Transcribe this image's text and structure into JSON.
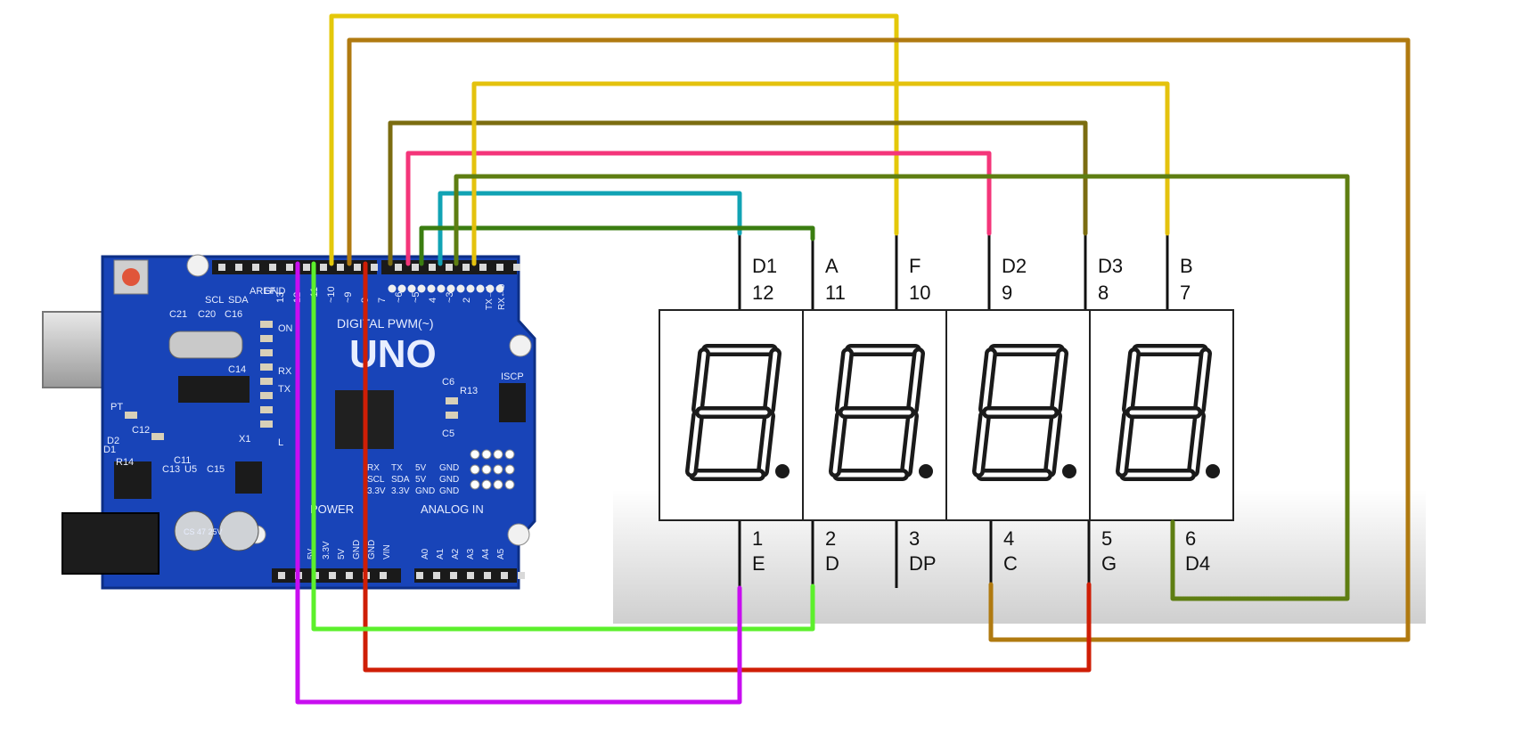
{
  "board": {
    "logo": "UNO",
    "digital_label": "DIGITAL PWM(~)",
    "power_label": "POWER",
    "analog_label": "ANALOG IN",
    "icsp_label": "ISCP",
    "tx_label": "TX→1",
    "rx_label": "RX←0",
    "header_top_pins": [
      "13",
      "12",
      "~11",
      "~10",
      "~9",
      "8",
      "7",
      "~6",
      "~5",
      "4",
      "~3",
      "2"
    ],
    "power_pins": [
      "5V",
      "3.3V",
      "5V",
      "GND",
      "GND",
      "VIN"
    ],
    "analog_pins": [
      "A0",
      "A1",
      "A2",
      "A3",
      "A4",
      "A5"
    ],
    "component_labels": [
      "C21",
      "C20",
      "C16",
      "SCL",
      "SDA",
      "AREF",
      "GND",
      "C14",
      "C12",
      "R14",
      "C11",
      "C13",
      "U5",
      "C15",
      "X1",
      "C6",
      "R13",
      "C5",
      "PT",
      "ON",
      "RX",
      "TX",
      "L",
      "D1",
      "D2"
    ],
    "capacitor_text": "CS 47 25V",
    "i2c_block": {
      "row1": [
        "RX",
        "TX",
        "5V",
        "GND"
      ],
      "row2": [
        "SCL",
        "SDA",
        "5V",
        "GND"
      ],
      "row3": [
        "3.3V",
        "3.3V",
        "GND",
        "GND"
      ]
    }
  },
  "display": {
    "digits": [
      "8.",
      "8.",
      "8.",
      "8."
    ],
    "top_pins": [
      {
        "name": "D1",
        "num": "12"
      },
      {
        "name": "A",
        "num": "11"
      },
      {
        "name": "F",
        "num": "10"
      },
      {
        "name": "D2",
        "num": "9"
      },
      {
        "name": "D3",
        "num": "8"
      },
      {
        "name": "B",
        "num": "7"
      }
    ],
    "bottom_pins": [
      {
        "num": "1",
        "name": "E"
      },
      {
        "num": "2",
        "name": "D"
      },
      {
        "num": "3",
        "name": "DP"
      },
      {
        "num": "4",
        "name": "C"
      },
      {
        "num": "5",
        "name": "G"
      },
      {
        "num": "6",
        "name": "D4"
      }
    ]
  },
  "wires": [
    {
      "id": "pin12-D1",
      "color": "#11a3b4"
    },
    {
      "id": "pin11-A",
      "color": "#3a7d10"
    },
    {
      "id": "pin10-F",
      "color": "#e4c80a"
    },
    {
      "id": "pin9-D2",
      "color": "#f4357a"
    },
    {
      "id": "pin8-D3",
      "color": "#7b6c10"
    },
    {
      "id": "pin7-B",
      "color": "#e4c20e"
    },
    {
      "id": "pin6-D4",
      "color": "#5e7e12"
    },
    {
      "id": "pin5-C",
      "color": "#b07a10"
    },
    {
      "id": "pin4-G",
      "color": "#cf1e06"
    },
    {
      "id": "pin3-D",
      "color": "#5cf02c"
    },
    {
      "id": "pin2-E",
      "color": "#c80ef0"
    }
  ],
  "colors": {
    "board": "#1844b8",
    "board_edge": "#0d2f86",
    "segment": "#1a1a1a",
    "display_bg": "#ffffff"
  }
}
